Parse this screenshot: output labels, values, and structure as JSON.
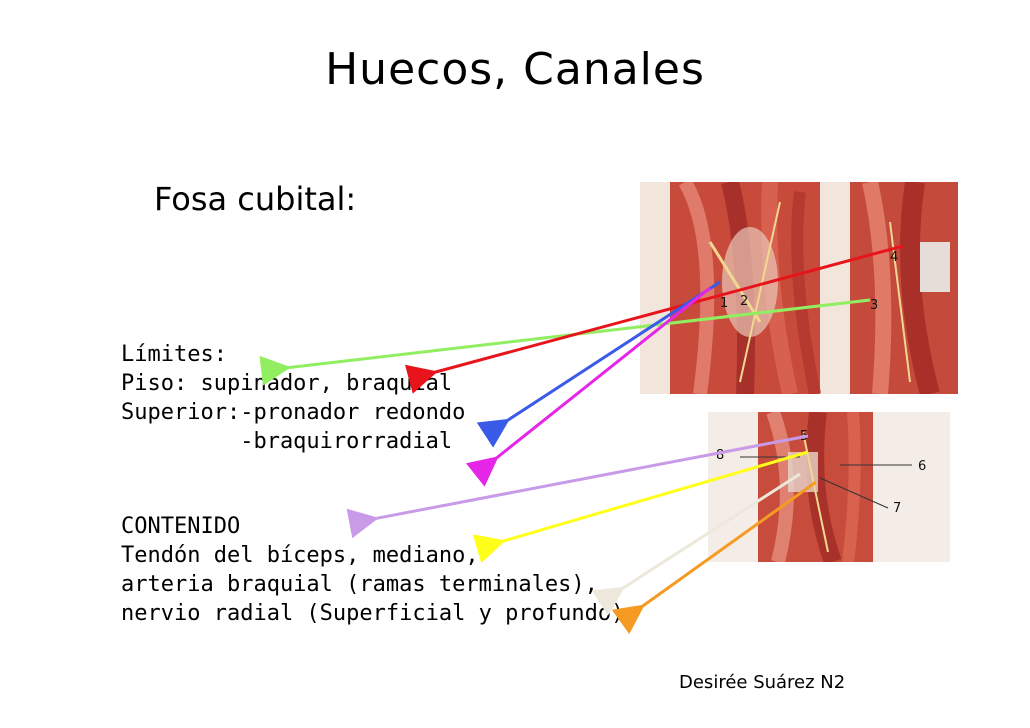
{
  "title": "Huecos, Canales",
  "subtitle": "Fosa cubital:",
  "limits": {
    "heading": "Límites:",
    "floor": "Piso: supinador, braquial",
    "superior": "Superior:-pronador redondo",
    "superior_cont": "         -braquirorradial"
  },
  "content": {
    "heading": "CONTENIDO",
    "line1": "Tendón del bíceps, mediano,",
    "line2": "arteria braquial (ramas terminales),",
    "line3": "nervio radial (Superficial y profundo)"
  },
  "callouts": {
    "top": [
      "1",
      "2",
      "3",
      "4"
    ],
    "bottom": [
      "5",
      "6",
      "7",
      "8"
    ]
  },
  "arrow_colors": {
    "green": "#90ee60",
    "red": "#e8141c",
    "blue": "#3a5ae8",
    "magenta": "#e626e6",
    "lavender": "#c89ae8",
    "yellow": "#ffff1a",
    "light_gray": "#ece8dc",
    "orange": "#f59a23"
  },
  "credit": "Desirée Suárez N2"
}
